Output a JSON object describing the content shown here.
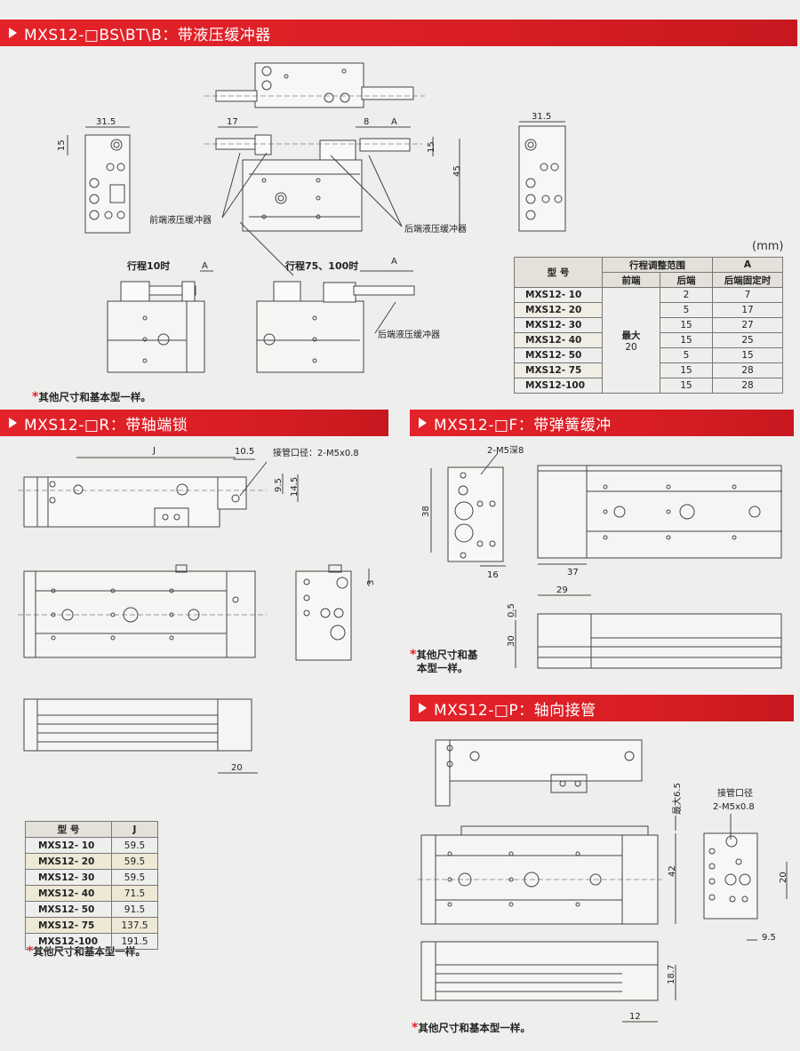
{
  "sections": {
    "buffer": {
      "title": "MXS12-□BS\\BT\\B：带液压缓冲器"
    },
    "lock": {
      "title": "MXS12-□R：带轴端锁"
    },
    "spring": {
      "title": "MXS12-□F：带弹簧缓冲"
    },
    "pipe": {
      "title": "MXS12-□P：轴向接管"
    }
  },
  "buffer_drawing": {
    "dims": {
      "w1": "31.5",
      "h1": "15",
      "d17": "17",
      "d8": "8",
      "dA": "A",
      "d15": "15",
      "d45": "45",
      "w2": "31.5"
    },
    "labels": {
      "front": "前端液压缓冲器",
      "rear": "后端液压缓冲器",
      "rear2": "后端液压缓冲器",
      "stroke10": "行程10时",
      "stroke75": "行程75、100时",
      "a1": "A",
      "a2": "A"
    }
  },
  "unit": "(mm)",
  "table1": {
    "headers": {
      "model": "型 号",
      "range": "行程调整范围",
      "front": "前端",
      "rear": "后端",
      "a": "A",
      "a_sub": "后端固定时"
    },
    "front_value": {
      "line1": "最大",
      "line2": "20"
    },
    "rows": [
      {
        "model": "MXS12-  10",
        "rear": "2",
        "a": "7"
      },
      {
        "model": "MXS12-  20",
        "rear": "5",
        "a": "17"
      },
      {
        "model": "MXS12-  30",
        "rear": "15",
        "a": "27"
      },
      {
        "model": "MXS12-  40",
        "rear": "15",
        "a": "25"
      },
      {
        "model": "MXS12-  50",
        "rear": "5",
        "a": "15"
      },
      {
        "model": "MXS12-  75",
        "rear": "15",
        "a": "28"
      },
      {
        "model": "MXS12-100",
        "rear": "15",
        "a": "28"
      }
    ]
  },
  "notes": {
    "same": "其他尺寸和基本型一样。",
    "same_l1": "其他尺寸和基",
    "same_l2": "本型一样。"
  },
  "lock_drawing": {
    "dims": {
      "J": "J",
      "d105": "10.5",
      "d95": "9.5",
      "d145": "14.5",
      "d3": "3",
      "d20": "20"
    },
    "labels": {
      "port": "接管口径：2-M5x0.8"
    }
  },
  "table2": {
    "headers": {
      "model": "型 号",
      "j": "J"
    },
    "rows": [
      {
        "model": "MXS12-  10",
        "j": "59.5"
      },
      {
        "model": "MXS12-  20",
        "j": "59.5"
      },
      {
        "model": "MXS12-  30",
        "j": "59.5"
      },
      {
        "model": "MXS12-  40",
        "j": "71.5"
      },
      {
        "model": "MXS12-  50",
        "j": "91.5"
      },
      {
        "model": "MXS12-  75",
        "j": "137.5"
      },
      {
        "model": "MXS12-100",
        "j": "191.5"
      }
    ]
  },
  "spring_drawing": {
    "dims": {
      "m5": "2-M5深8",
      "d38": "38",
      "d16": "16",
      "d37": "37",
      "d29": "29",
      "d05": "0.5",
      "d30": "30"
    }
  },
  "pipe_drawing": {
    "dims": {
      "max65": "最大6.5",
      "d42": "42",
      "d20": "20",
      "d95": "9.5",
      "d187": "18.7",
      "d12": "12"
    },
    "labels": {
      "port1": "接管口径",
      "port2": "2-M5x0.8"
    }
  },
  "colors": {
    "banner": "#e4222a",
    "star": "#e4222a",
    "background": "#eeeeec"
  }
}
